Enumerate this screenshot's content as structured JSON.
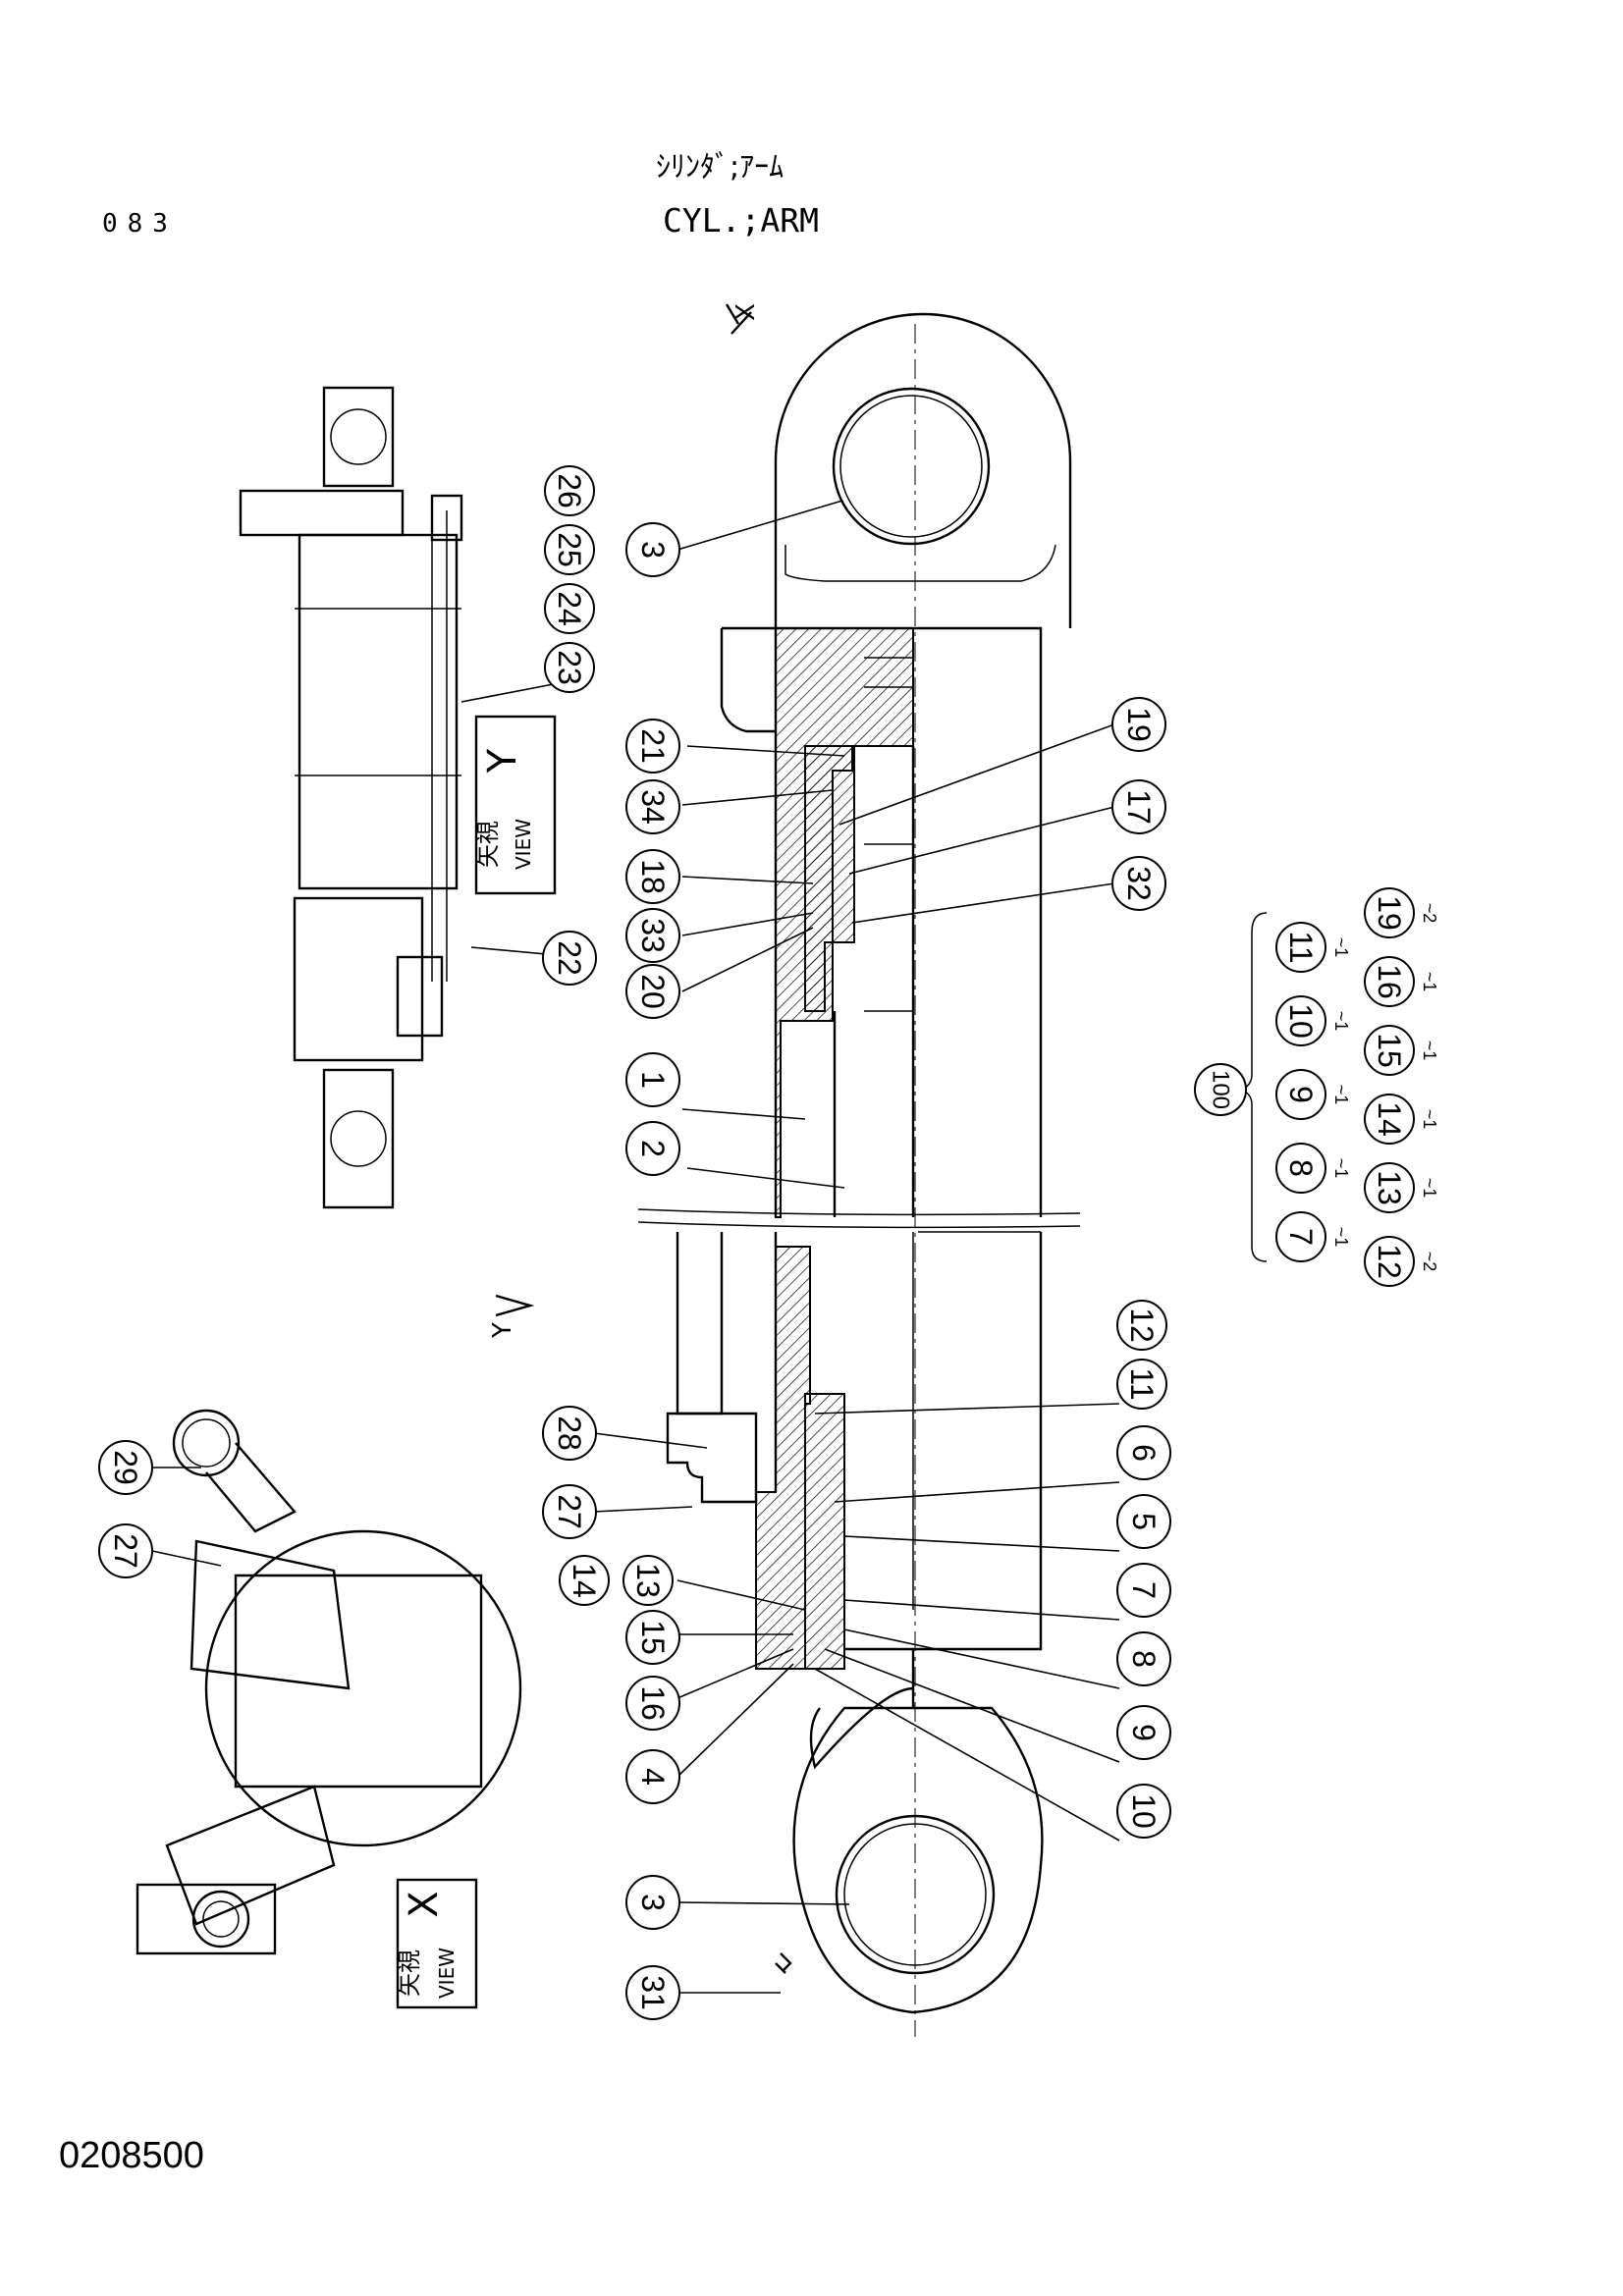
{
  "header": {
    "page_code": "083",
    "title_jp": "ｼﾘﾝﾀﾞ;ｱｰﾑ",
    "title_en": "CYL.;ARM"
  },
  "footer": {
    "drawing_number": "0208500"
  },
  "view_labels": {
    "view_y_kanji": "矢視",
    "view_y_word": "VIEW",
    "view_y_letter": "Y",
    "view_x_kanji": "矢視",
    "view_x_word": "VIEW",
    "view_x_letter": "X",
    "arrow_x": "X",
    "arrow_y": "Y"
  },
  "callouts": {
    "c1": "1",
    "c2": "2",
    "c3a": "3",
    "c3b": "3",
    "c4": "4",
    "c5": "5",
    "c6": "6",
    "c7": "7",
    "c8": "8",
    "c9": "9",
    "c10": "10",
    "c11": "11",
    "c12": "12",
    "c13": "13",
    "c14": "14",
    "c15": "15",
    "c16": "16",
    "c17": "17",
    "c18": "18",
    "c19": "19",
    "c20": "20",
    "c21": "21",
    "c22": "22",
    "c23": "23",
    "c24": "24",
    "c25": "25",
    "c26": "26",
    "c27a": "27",
    "c27b": "27",
    "c28": "28",
    "c29": "29",
    "c31": "31",
    "c32": "32",
    "c33": "33",
    "c34": "34"
  },
  "seal_kit": {
    "assembly": "100",
    "row1": [
      "7",
      "8",
      "9",
      "10",
      "11"
    ],
    "row2": [
      "12",
      "13",
      "14",
      "15",
      "16",
      "19"
    ],
    "notes_row1": [
      "~1",
      "~1",
      "~1",
      "~1",
      "~1"
    ],
    "notes_row2": [
      "~2",
      "~1",
      "~1",
      "~1",
      "~1",
      "~2"
    ]
  }
}
